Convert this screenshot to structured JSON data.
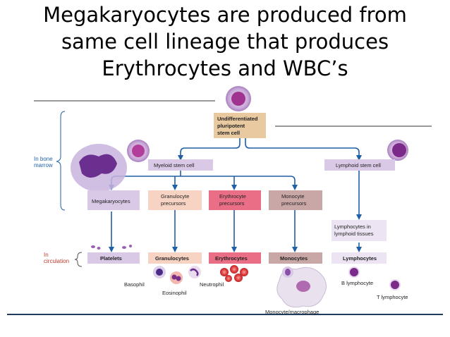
{
  "slide": {
    "title_lines": [
      "Megakaryocytes are produced from",
      "same cell lineage that produces",
      "Erythrocytes and WBC’s"
    ]
  },
  "diagram": {
    "regions": {
      "bone_marrow": [
        "In bone",
        "marrow"
      ],
      "circulation": [
        "In",
        "circulation"
      ]
    },
    "nodes": {
      "pluripotent": [
        "Undifferentiated",
        "pluripotent",
        "stem cell"
      ],
      "myeloid": "Myeloid stem cell",
      "lymphoid": "Lymphoid stem cell",
      "megakaryocytes": "Megakaryocytes",
      "granulocyte_precursors": [
        "Granulocyte",
        "precursors"
      ],
      "erythrocyte_precursors": [
        "Erythrocyte",
        "precursors"
      ],
      "monocyte_precursors": [
        "Monocyte",
        "precursors"
      ],
      "lymphocytes_tissues": [
        "Lymphocytes in",
        "lymphoid tissues"
      ],
      "platelets": "Platelets",
      "granulocytes": "Granulocytes",
      "erythrocytes": "Erythrocytes",
      "monocytes": "Monocytes",
      "lymphocytes": "Lymphocytes"
    },
    "cell_labels": {
      "basophil": "Basophil",
      "eosinophil": "Eosinophil",
      "neutrophil": "Neutrophil",
      "b_lymphocyte": "B lymphocyte",
      "t_lymphocyte": "T lymphocyte",
      "monocyte_macrophage": "Monocyte/macrophage"
    },
    "colors": {
      "arrow": "#1f5fa6",
      "tan_box": "#e8c9a0",
      "lavender_box": "#d9c8e6",
      "peach_box": "#f7d3c3",
      "pink_box": "#ea6f86",
      "mauve_box": "#c9a7a7",
      "light_purple_box": "#ece4f3",
      "cell_purple": "#8b3a9e"
    }
  }
}
